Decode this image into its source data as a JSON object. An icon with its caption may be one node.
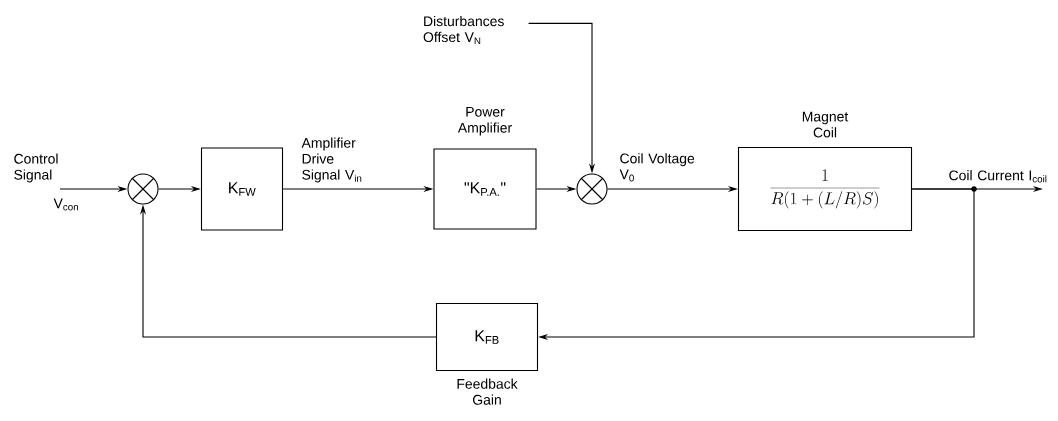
{
  "diagram": {
    "nodes": [
      {
        "text": [],
        "shape": "circle"
      },
      {
        "text": [
          "K$_{FW}$"
        ]
      },
      {
        "text": [
          "Power Amplifier",
          "\"K$_{P.A.}$\""
        ]
      },
      {
        "text": [],
        "shape": "circle"
      },
      {
        "text": [
          "Magnet Coil",
          "\\frac{1}{R(1+(L/R)S)}"
        ]
      },
      {
        "text": [
          "K$_{FB}$",
          "Feedback Gain"
        ]
      },
      {
        "text": [
          "Disturbances Offset V$_{N}$"
        ]
      }
    ],
    "edges": [
      {
        "from": null,
        "to": 0,
        "arrow": "to",
        "label": "Control Signal"
      },
      {
        "from": 0,
        "to": 1,
        "arrow": "to"
      },
      {
        "from": 1,
        "to": 2,
        "arrow": "to",
        "label": "Amplifier Drive Signal V$_{in}$"
      },
      {
        "from": 2,
        "to": 3,
        "arrow": "to"
      },
      {
        "from": 6,
        "to": 3,
        "arrow": "to"
      },
      {
        "from": 3,
        "to": 4,
        "arrow": "to",
        "label": "Coil Voltage V$_{0}$"
      },
      {
        "from": 4,
        "to": null,
        "arrow": "to",
        "label": "Coil Current I$_{coil}$"
      },
      {
        "from": 4,
        "to": 5,
        "arrow": "to"
      },
      {
        "from": 5,
        "to": 0,
        "arrow": "to"
      }
    ],
    "labels": [
      "V$_{con}$"
    ]
  }
}
